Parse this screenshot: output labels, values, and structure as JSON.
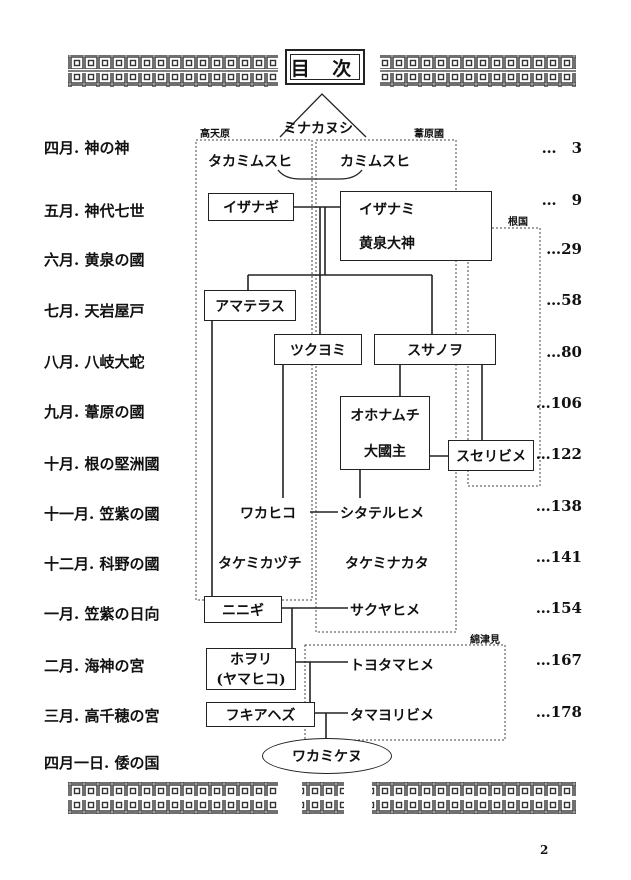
{
  "header": {
    "title": "目 次"
  },
  "chapters": [
    {
      "title": "四月. 神の神",
      "page": "…　3"
    },
    {
      "title": "五月. 神代七世",
      "page": "…　9"
    },
    {
      "title": "六月. 黄泉の國",
      "page": "…29"
    },
    {
      "title": "七月. 天岩屋戸",
      "page": "…58"
    },
    {
      "title": "八月. 八岐大蛇",
      "page": "…80"
    },
    {
      "title": "九月. 葦原の國",
      "page": "…106"
    },
    {
      "title": "十月. 根の堅洲國",
      "page": "…122"
    },
    {
      "title": "十一月. 笠紫の國",
      "page": "…138"
    },
    {
      "title": "十二月. 科野の國",
      "page": "…141"
    },
    {
      "title": "一月. 笠紫の日向",
      "page": "…154"
    },
    {
      "title": "二月. 海神の宮",
      "page": "…167"
    },
    {
      "title": "三月. 高千穂の宮",
      "page": "…178"
    },
    {
      "title": "四月一日. 倭の国",
      "page": ""
    }
  ],
  "regions": {
    "takamahara": "高天原",
    "ashihara": "葦原國",
    "nenokuni": "根国",
    "watatsumi": "綿津見"
  },
  "names": {
    "minakanushi": "ミナカヌシ",
    "takamimusuhi": "タカミムスヒ",
    "kamimusuhi": "カミムスヒ",
    "izanagi": "イザナギ",
    "izanami": "イザナミ",
    "yomi_okami": "黄泉大神",
    "amaterasu": "アマテラス",
    "tsukuyomi": "ツクヨミ",
    "susanoo": "スサノヲ",
    "ohonamuchi": "オホナムチ",
    "ookuninushi": "大國主",
    "suseribime": "スセリビメ",
    "wakahiko": "ワカヒコ",
    "shitateruhime": "シタテルヒメ",
    "takemikazuchi": "タケミカヅチ",
    "takeminakata": "タケミナカタ",
    "ninigi": "ニニギ",
    "sakuyahime": "サクヤヒメ",
    "hoori": "ホヲリ",
    "yamahiko": "(ヤマヒコ)",
    "toyotamahime": "トヨタマヒメ",
    "fukiahezu": "フキアヘズ",
    "tamayoribime": "タマヨリビメ",
    "wakamikenu": "ワカミケヌ"
  },
  "footer": {
    "page_number": "2"
  }
}
